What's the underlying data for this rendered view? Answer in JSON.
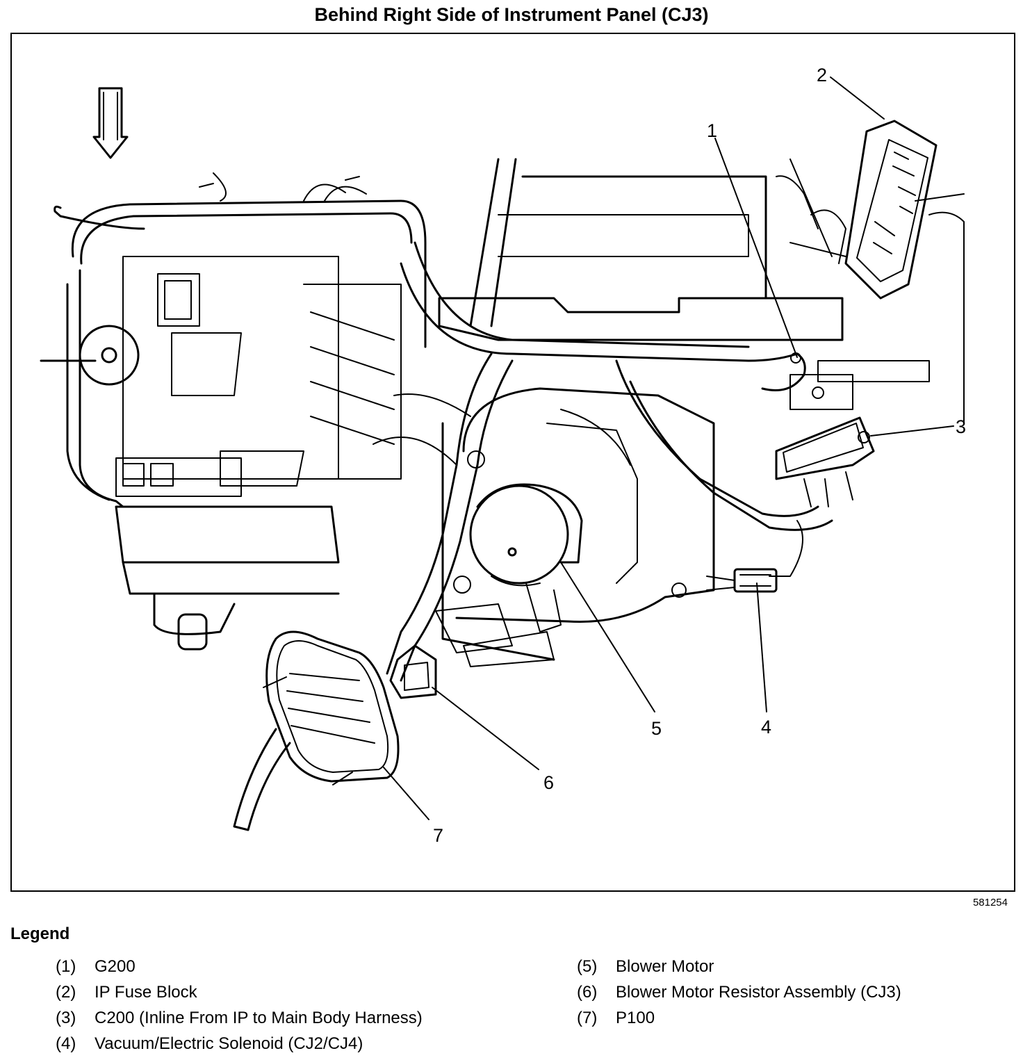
{
  "title": "Behind Right Side of Instrument Panel (CJ3)",
  "figure_id": "581254",
  "callouts": [
    "1",
    "2",
    "3",
    "4",
    "5",
    "6",
    "7"
  ],
  "legend": {
    "heading": "Legend",
    "column1": [
      {
        "num": "(1)",
        "text": "G200"
      },
      {
        "num": "(2)",
        "text": "IP Fuse Block"
      },
      {
        "num": "(3)",
        "text": "C200 (Inline From IP to Main Body Harness)"
      },
      {
        "num": "(4)",
        "text": "Vacuum/Electric Solenoid (CJ2/CJ4)"
      }
    ],
    "column2": [
      {
        "num": "(5)",
        "text": "Blower Motor"
      },
      {
        "num": "(6)",
        "text": "Blower Motor Resistor Assembly (CJ3)"
      },
      {
        "num": "(7)",
        "text": "P100"
      }
    ]
  }
}
